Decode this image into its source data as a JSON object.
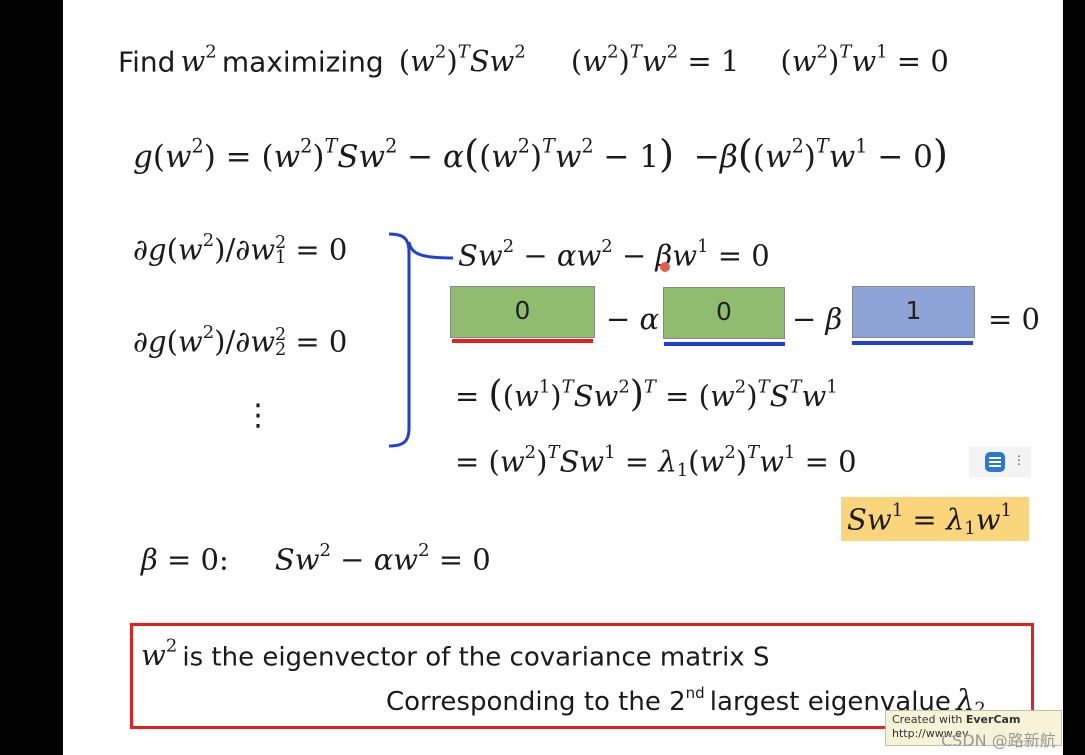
{
  "slide": {
    "line1": {
      "find": "Find",
      "maximizing": "maximizing"
    },
    "blocks": [
      {
        "value": "0",
        "color": "#8fbc6e",
        "underline": "#e52020"
      },
      {
        "value": "0",
        "color": "#8fbc6e",
        "underline": "#1f3fd8"
      },
      {
        "value": "1",
        "color": "#8ea4d8",
        "underline": "#1f3fd8"
      }
    ],
    "vertical_dots": "⋮",
    "conclusion": {
      "line1_text": "is the eigenvector of the covariance matrix S",
      "line2_text": "Corresponding to the 2",
      "line2_sup": "nd",
      "line2_end": "largest eigenvalue"
    },
    "watermark": {
      "created_with": "Created with",
      "brand": "EverCam",
      "url": "http://www.ev"
    },
    "csdn": "CSDN @路新航"
  },
  "colors": {
    "red_box": "#e52020",
    "brace": "#1f3fd8",
    "highlight": "#fbd57c"
  }
}
